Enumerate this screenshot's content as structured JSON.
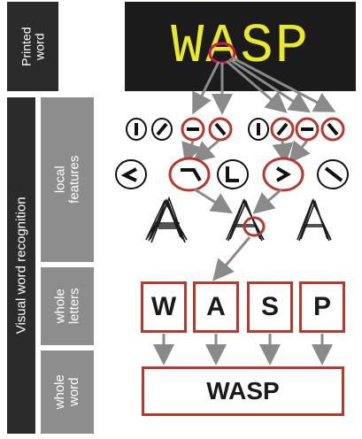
{
  "labels": {
    "printed_word": [
      "Printed",
      "word"
    ],
    "visual_word_recognition": "Visual word recognition",
    "local_features": [
      "local",
      "features"
    ],
    "whole_letters": [
      "whole",
      "letters"
    ],
    "whole_word": [
      "whole",
      "word"
    ]
  },
  "printed_word": "WASP",
  "letters": [
    "W",
    "A",
    "S",
    "P"
  ],
  "whole_word": "WASP",
  "colors": {
    "dark_label_bg": "#2b2b2b",
    "grey_label_bg": "#8d8d8d",
    "printed_bg": "#1b1b1b",
    "printed_text": "#e9e92a",
    "highlight_red": "#b5392e",
    "arrow_grey": "#8a8a8a"
  },
  "icons": [
    "oriented-bar-icon",
    "angle-feature-icon",
    "letter-a-variant-icon",
    "arrow-icon",
    "highlight-ellipse-icon"
  ]
}
